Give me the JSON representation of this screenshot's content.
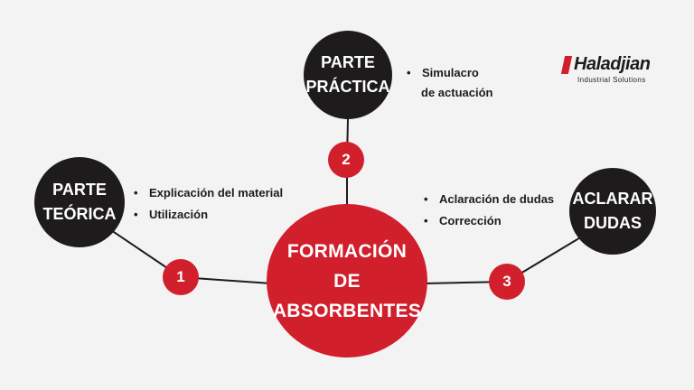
{
  "center": {
    "title": "FORMACIÓN\nDE\nABSORBENTES"
  },
  "nodes": [
    {
      "id": "teorica",
      "number": "1",
      "label": "PARTE\nTEÓRICA",
      "bullets": [
        "Explicación del material",
        "Utilización"
      ]
    },
    {
      "id": "practica",
      "number": "2",
      "label": "PARTE\nPRÁCTICA",
      "bullets": [
        "Simulacro",
        "de actuación"
      ]
    },
    {
      "id": "dudas",
      "number": "3",
      "label": "ACLARAR\nDUDAS",
      "bullets": [
        "Aclaración de dudas",
        "Corrección"
      ]
    }
  ],
  "logo": {
    "name": "Haladjian",
    "subtitle": "Industrial Solutions"
  },
  "colors": {
    "accent": "#d11f2c",
    "dark": "#1e1b1c",
    "background": "#f3f3f3"
  }
}
